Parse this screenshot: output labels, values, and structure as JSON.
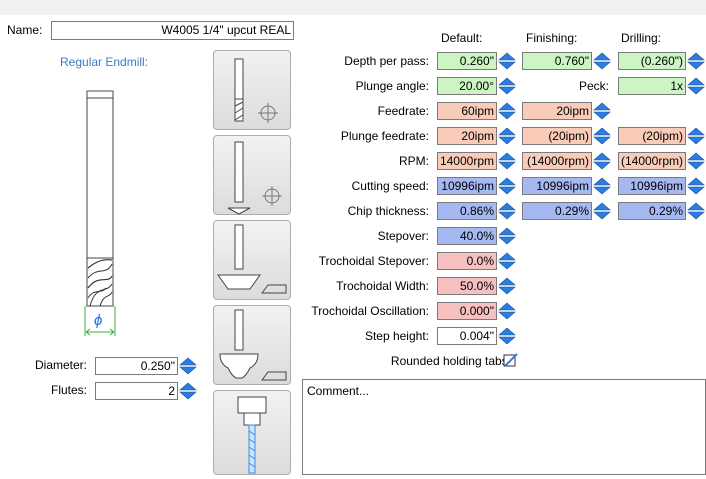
{
  "name": {
    "label": "Name:",
    "value": "W4005 1/4\" upcut REAL"
  },
  "tool_type": "Regular Endmill:",
  "diameter": {
    "label": "Diameter:",
    "value": "0.250\""
  },
  "flutes": {
    "label": "Flutes:",
    "value": "2"
  },
  "columns": {
    "default": "Default:",
    "finishing": "Finishing:",
    "drilling": "Drilling:"
  },
  "rows": {
    "depth_per_pass": {
      "label": "Depth per pass:",
      "default": "0.260\"",
      "finishing": "0.760\"",
      "drilling": "(0.260\")"
    },
    "plunge_angle": {
      "label": "Plunge angle:",
      "default": "20.00°",
      "peck_label": "Peck:",
      "peck": "1x"
    },
    "feedrate": {
      "label": "Feedrate:",
      "default": "60ipm",
      "finishing": "20ipm"
    },
    "plunge_feedrate": {
      "label": "Plunge feedrate:",
      "default": "20ipm",
      "finishing": "(20ipm)",
      "drilling": "(20ipm)"
    },
    "rpm": {
      "label": "RPM:",
      "default": "14000rpm",
      "finishing": "(14000rpm)",
      "drilling": "(14000rpm)"
    },
    "cutting_speed": {
      "label": "Cutting speed:",
      "default": "10996ipm",
      "finishing": "10996ipm",
      "drilling": "10996ipm"
    },
    "chip_thickness": {
      "label": "Chip thickness:",
      "default": "0.86%",
      "finishing": "0.29%",
      "drilling": "0.29%"
    },
    "stepover": {
      "label": "Stepover:",
      "default": "40.0%"
    },
    "trochoidal_stepover": {
      "label": "Trochoidal Stepover:",
      "default": "0.0%"
    },
    "trochoidal_width": {
      "label": "Trochoidal Width:",
      "default": "50.0%"
    },
    "trochoidal_oscillation": {
      "label": "Trochoidal Oscillation:",
      "default": "0.000\""
    },
    "step_height": {
      "label": "Step height:",
      "default": "0.004\""
    }
  },
  "rounded_tabs": {
    "label": "Rounded holding tabs:",
    "checked": true
  },
  "comment": {
    "placeholder": "Comment..."
  },
  "colors": {
    "green": "#ccf5c3",
    "salmon": "#f9ccb9",
    "blue": "#a6b8f2",
    "pink": "#f7c0c0",
    "spin_blue": "#2a7de1"
  },
  "icons": [
    "endmill-tool-icon",
    "v-bit-tool-icon",
    "chamfer-tool-icon",
    "ogee-tool-icon",
    "drill-tool-icon",
    "crosshair-icon",
    "diameter-icon",
    "spin-arrows-icon",
    "checkbox-icon"
  ]
}
